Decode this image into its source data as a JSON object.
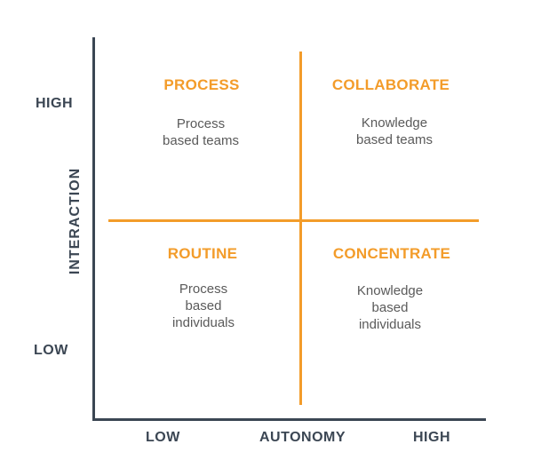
{
  "axes": {
    "y_title": "INTERACTION",
    "y_high": "HIGH",
    "y_low": "LOW",
    "x_title": "AUTONOMY",
    "x_low": "LOW",
    "x_high": "HIGH"
  },
  "quadrants": {
    "top_left": {
      "title": "PROCESS",
      "desc": "Process\nbased teams"
    },
    "top_right": {
      "title": "COLLABORATE",
      "desc": "Knowledge\nbased teams"
    },
    "bottom_left": {
      "title": "ROUTINE",
      "desc": "Process\nbased\nindividuals"
    },
    "bottom_right": {
      "title": "CONCENTRATE",
      "desc": "Knowledge\nbased\nindividuals"
    }
  },
  "colors": {
    "accent": "#f39c2a",
    "axis": "#3b4653",
    "text": "#5a5a5a"
  }
}
